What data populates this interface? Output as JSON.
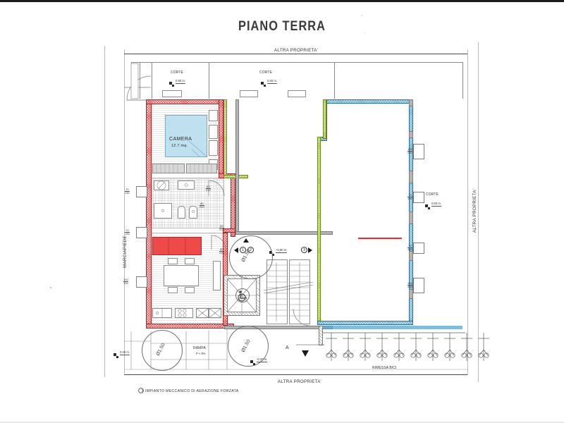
{
  "drawing": {
    "title": "PIANO TERRA",
    "sheet_bg": "#ffffff"
  },
  "boundaries": {
    "top_label": "ALTRA PROPRIETA'",
    "bottom_label": "ALTRA PROPRIETA'",
    "right_label": "ALTRA PROPRIETA'",
    "left_label": "MARCIAPIEDE"
  },
  "courtyards": [
    {
      "name": "CORTE",
      "elevation": "0.60 m."
    },
    {
      "name": "CORTE",
      "elevation": "0.60 m."
    },
    {
      "name": "CORTE",
      "elevation": "0.60 m."
    }
  ],
  "rooms": [
    {
      "name": "CAMERA",
      "area": "12.7 mq.",
      "fill": "#bfe0ef"
    }
  ],
  "zones": {
    "ramp": {
      "label": "RAMPA",
      "slope": "P < 8%"
    },
    "bike_storage": {
      "label": "RIMESSA BICI"
    }
  },
  "turning_circles": [
    {
      "label": "Ø1.50"
    },
    {
      "label": "Ø1.50"
    },
    {
      "label": "Ø1.50"
    }
  ],
  "elevations": [
    {
      "value": "0.00 m."
    },
    {
      "value": "-0,20 m."
    },
    {
      "value": "+0,80 m."
    }
  ],
  "section_markers": [
    {
      "id": "1"
    },
    {
      "id": "2"
    },
    {
      "id": "3"
    },
    {
      "id": "A"
    }
  ],
  "openings": {
    "left_wall": [
      {
        "w": "70",
        "h": "130"
      },
      {
        "w": "70",
        "h": "130"
      },
      {
        "w": "100",
        "h": "130"
      }
    ],
    "right_wall": [
      {
        "w": "100",
        "h": "230"
      },
      {
        "w": "70",
        "h": "130"
      },
      {
        "w": "70",
        "h": "130"
      },
      {
        "w": "100",
        "h": "230"
      }
    ],
    "interior": [
      {
        "w": "80",
        "h": "210"
      },
      {
        "w": "80",
        "h": "210"
      },
      {
        "w": "80",
        "h": "220"
      },
      {
        "w": "80",
        "h": "220"
      }
    ]
  },
  "legend": {
    "note": "IMPIANTO MECCANICO DI AERAZIONE FORZATA",
    "symbol": "fan-icon"
  },
  "colors": {
    "wall_red": "#e24b4b",
    "wall_blue": "#5aa6cf",
    "wall_green": "#9dbf3e",
    "wall_gray": "#b5b5b5",
    "room_fill": "#bfe0ef",
    "furniture_red": "#ef4a4a",
    "line": "#8a8a8a"
  }
}
